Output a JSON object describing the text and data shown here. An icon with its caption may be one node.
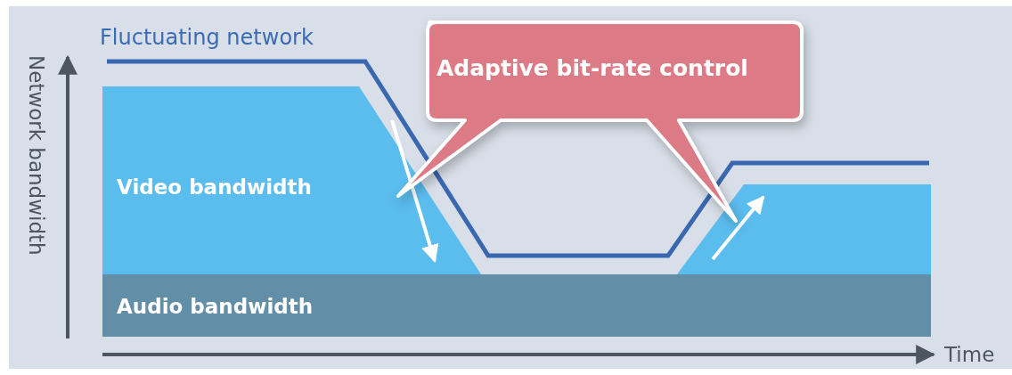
{
  "diagram": {
    "nodes": [
      {
        "text": [
          "Adaptive bit-rate control"
        ]
      },
      {
        "text": [
          "Video bandwidth"
        ]
      },
      {
        "text": [
          "Audio bandwidth"
        ]
      }
    ],
    "labels": [
      "Fluctuating network",
      "Network bandwidth",
      "Time"
    ]
  }
}
